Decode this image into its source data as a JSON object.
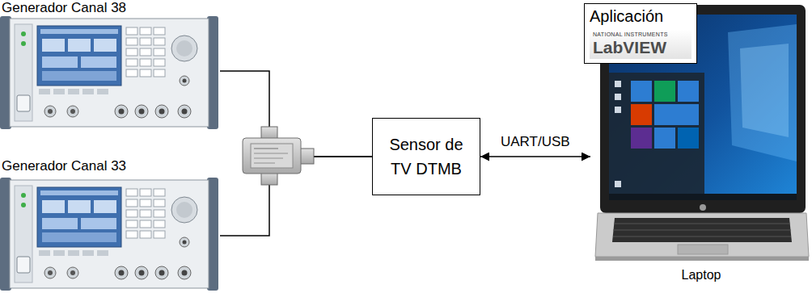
{
  "diagram": {
    "nodes": [
      {
        "text": [
          "Generador Canal 38"
        ]
      },
      {
        "text": [
          "Generador Canal 33"
        ]
      },
      {
        "text": [
          "Sensor de TV DTMB"
        ]
      },
      {
        "text": [
          "Laptop"
        ]
      },
      {
        "text": [
          "Aplicación",
          "NATIONAL INSTRUMENTS",
          "LabVIEW"
        ],
        "in": 3
      }
    ],
    "edges": [
      {
        "from": 0,
        "to": 2,
        "arrow": "none"
      },
      {
        "from": 1,
        "to": 2,
        "arrow": "none"
      },
      {
        "from": 2,
        "to": 3,
        "arrow": "both",
        "label": "UART/USB"
      }
    ]
  }
}
